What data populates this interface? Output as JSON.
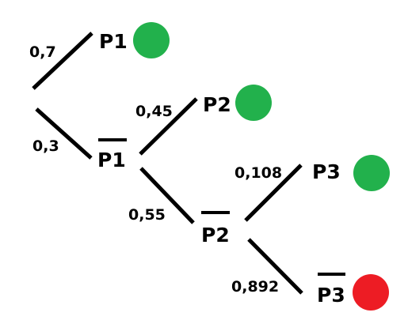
{
  "colors": {
    "line": "#000000",
    "text": "#000000",
    "success": "#22b14c",
    "failure": "#ed1c24"
  },
  "nodes": {
    "p1": {
      "label": "P1",
      "negated": false,
      "outcome": "success",
      "color": "#22b14c"
    },
    "not_p1": {
      "label": "P1",
      "negated": true
    },
    "p2": {
      "label": "P2",
      "negated": false,
      "outcome": "success",
      "color": "#22b14c"
    },
    "not_p2": {
      "label": "P2",
      "negated": true
    },
    "p3": {
      "label": "P3",
      "negated": false,
      "outcome": "success",
      "color": "#22b14c"
    },
    "not_p3": {
      "label": "P3",
      "negated": true,
      "outcome": "failure",
      "color": "#ed1c24"
    }
  },
  "edges": {
    "root_p1": {
      "from": "root",
      "to": "p1",
      "probability": "0,7"
    },
    "root_not_p1": {
      "from": "root",
      "to": "not_p1",
      "probability": "0,3"
    },
    "not_p1_p2": {
      "from": "not_p1",
      "to": "p2",
      "probability": "0,45"
    },
    "not_p1_not_p2": {
      "from": "not_p1",
      "to": "not_p2",
      "probability": "0,55"
    },
    "not_p2_p3": {
      "from": "not_p2",
      "to": "p3",
      "probability": "0,108"
    },
    "not_p2_not_p3": {
      "from": "not_p2",
      "to": "not_p3",
      "probability": "0,892"
    }
  }
}
